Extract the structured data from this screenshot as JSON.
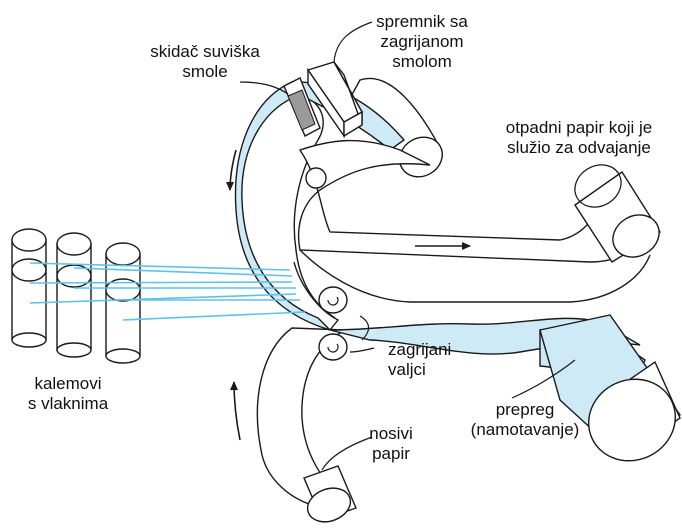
{
  "colors": {
    "line": "#1a1a1a",
    "fill_blue": "#cfeaf7",
    "fiber": "#5ec3e8",
    "paper": "#ffffff"
  },
  "labels": {
    "reservoir": [
      "spremnik sa",
      "zagrijanom",
      "smolom"
    ],
    "scraper": [
      "skidač suviška",
      "smole"
    ],
    "waste_paper": [
      "otpadni papir koji je",
      "služio za odvajanje"
    ],
    "spools": [
      "kalemovi",
      "s vlaknima"
    ],
    "heated_rollers": [
      "zagrijani",
      "valjci"
    ],
    "prepreg": [
      "prepreg",
      "(namotavanje)"
    ],
    "carrier_paper": [
      "nosivi",
      "papir"
    ]
  }
}
